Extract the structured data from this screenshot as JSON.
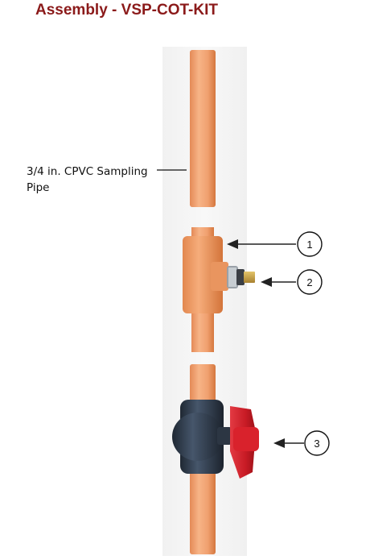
{
  "title": "Assembly - VSP-COT-KIT",
  "pipe_label": "3/4 in. CPVC Sampling Pipe",
  "callouts": [
    {
      "number": "1"
    },
    {
      "number": "2"
    },
    {
      "number": "3"
    }
  ],
  "colors": {
    "title": "#8b1a1a",
    "pipe": "#f2a375",
    "pipe_shadow": "#d9824f",
    "valve_body": "#2e3a4a",
    "valve_handle": "#d11f2a",
    "brass": "#c9a24a"
  }
}
